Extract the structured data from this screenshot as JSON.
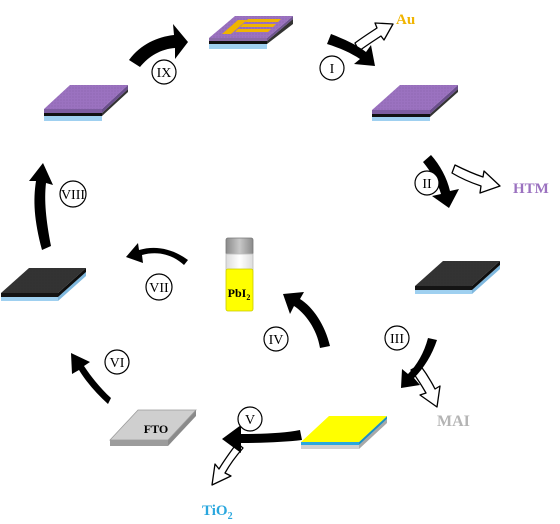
{
  "colors": {
    "gold": "#f0b400",
    "purple": "#9b72c0",
    "dark": "#262626",
    "fto_gray": "#cfcfcf",
    "pbi2_yellow": "#ffff00",
    "tio2_blue": "#2aa7de",
    "mai_gray": "#b4b4b4",
    "arrow_black": "#000000"
  },
  "materials": {
    "au": "Au",
    "htm": "HTM",
    "mai": "MAI",
    "tio2_main": "TiO",
    "tio2_sub": "2",
    "pbi2_main": "PbI",
    "pbi2_sub": "2",
    "fto": "FTO"
  },
  "steps": [
    "I",
    "II",
    "III",
    "IV",
    "V",
    "VI",
    "VII",
    "VIII",
    "IX"
  ],
  "stack_icons": [
    "gold-electrode-device",
    "purple-htm-coated-stack",
    "dark-perovskite-stack",
    "yellow-pbi2-stack",
    "fto-glass-substrate",
    "pbi2-vial"
  ]
}
